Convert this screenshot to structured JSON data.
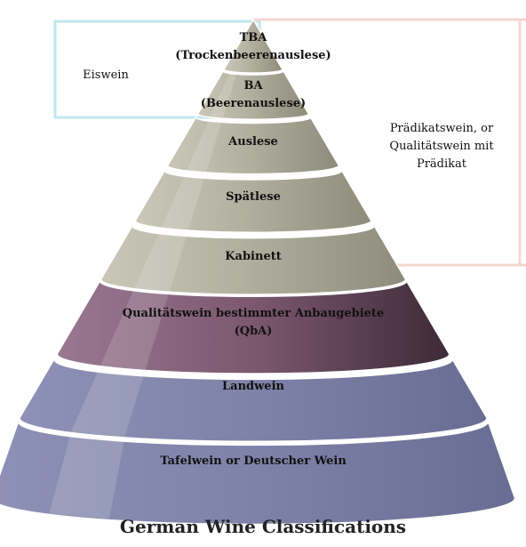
{
  "diagram": {
    "levels": [
      {
        "lines": [
          "TBA",
          "(Trockenbeerenauslese)"
        ]
      },
      {
        "lines": [
          "BA",
          "(Beerenauslese)"
        ]
      },
      {
        "lines": [
          "Auslese"
        ]
      },
      {
        "lines": [
          "Spätlese"
        ]
      },
      {
        "lines": [
          "Kabinett"
        ]
      },
      {
        "lines": [
          "Qualitätswein bestimmter Anbaugebiete",
          "(QbA)"
        ]
      },
      {
        "lines": [
          "Landwein"
        ]
      },
      {
        "lines": [
          "Tafelwein or Deutscher Wein"
        ]
      }
    ],
    "side_labels": {
      "eiswein": [
        "Eiswein"
      ],
      "praedikat": [
        "Prädikatswein, or",
        "Qualitätswein mit",
        "Prädikat"
      ]
    },
    "caption": "German Wine Classifications"
  },
  "colors": {
    "grey_tier": "#a9a897",
    "grey_tier_dark": "#8f8e7d",
    "purple_tier": "#7d5a73",
    "purple_tier_dark": "#3e2a39",
    "blue_tier": "#7f82a8",
    "blue_tier_dark": "#6b6e95",
    "eiswein_box": "#bfe7ee",
    "praedikat_box": "#f6d6cf"
  }
}
